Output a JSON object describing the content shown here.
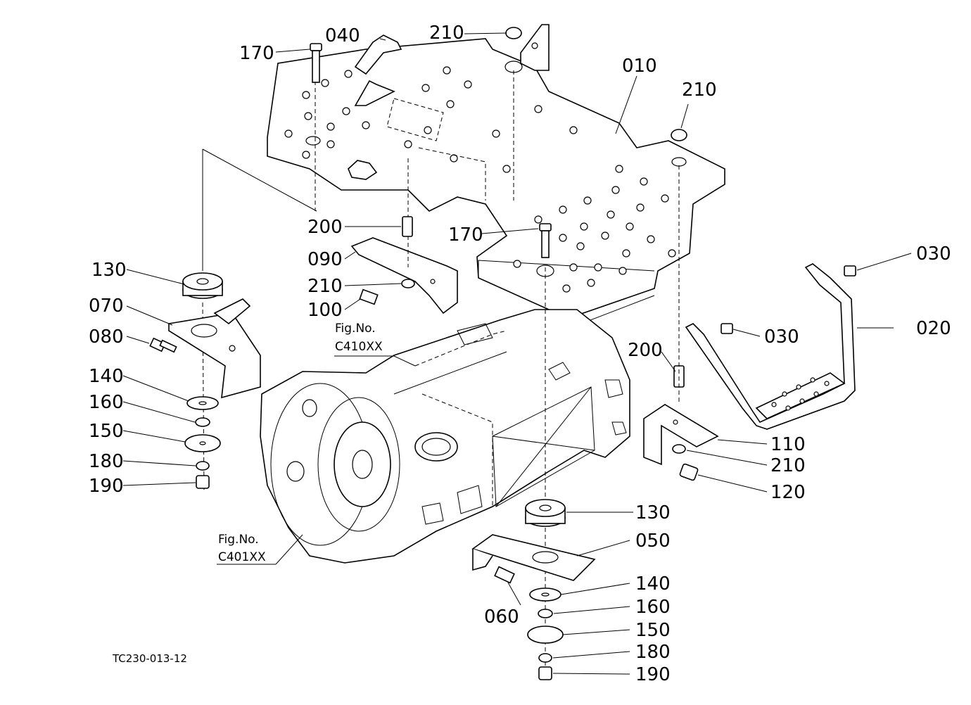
{
  "drawing_id": "TC230-013-12",
  "part_labels": {
    "p010": "010",
    "p020": "020",
    "p030a": "030",
    "p030b": "030",
    "p040": "040",
    "p050": "050",
    "p060": "060",
    "p070": "070",
    "p080": "080",
    "p090": "090",
    "p100": "100",
    "p110": "110",
    "p120": "120",
    "p130a": "130",
    "p130b": "130",
    "p140a": "140",
    "p140b": "140",
    "p150a": "150",
    "p150b": "150",
    "p160a": "160",
    "p160b": "160",
    "p170a": "170",
    "p170b": "170",
    "p180a": "180",
    "p180b": "180",
    "p190a": "190",
    "p190b": "190",
    "p200a": "200",
    "p200b": "200",
    "p210a": "210",
    "p210b": "210",
    "p210c": "210",
    "p210d": "210"
  },
  "figure_refs": {
    "ref1_title": "Fig.No.",
    "ref1_code": "C410XX",
    "ref2_title": "Fig.No.",
    "ref2_code": "C401XX"
  }
}
